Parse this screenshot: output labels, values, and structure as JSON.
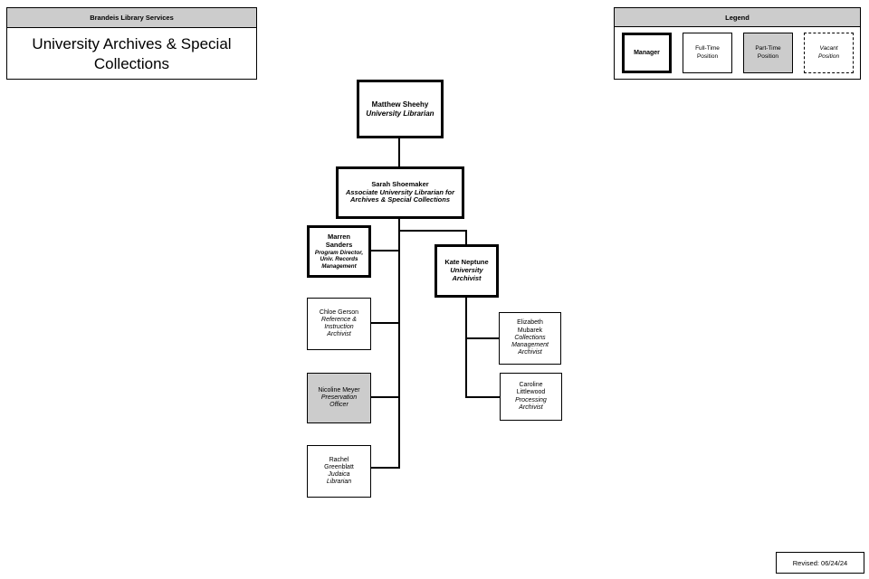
{
  "title_block": {
    "header": "Brandeis Library Services",
    "title": "University Archives & Special\nCollections"
  },
  "legend": {
    "header": "Legend",
    "manager": "Manager",
    "full_time": "Full-Time\nPosition",
    "part_time": "Part-Time\nPosition",
    "vacant": "Vacant\nPosition"
  },
  "org": {
    "sheehy": {
      "name": "Matthew Sheehy",
      "title": "University Librarian",
      "type": "manager"
    },
    "shoemaker": {
      "name": "Sarah Shoemaker",
      "title": "Associate University Librarian for\nArchives & Special Collections",
      "type": "manager"
    },
    "sanders": {
      "name": "Marren\nSanders",
      "title": "Program Director,\nUniv. Records\nManagement",
      "type": "manager"
    },
    "neptune": {
      "name": "Kate Neptune",
      "title": "University\nArchivist",
      "type": "manager"
    },
    "gerson": {
      "name": "Chloe Gerson",
      "title": "Reference &\nInstruction\nArchivist",
      "type": "full-time"
    },
    "meyer": {
      "name": "Nicoline Meyer",
      "title": "Preservation\nOfficer",
      "type": "part-time"
    },
    "greenblatt": {
      "name": "Rachel\nGreenblatt",
      "title": "Judaica\nLibrarian",
      "type": "full-time"
    },
    "mubarek": {
      "name": "Elizabeth\nMubarek",
      "title": "Collections\nManagement\nArchivist",
      "type": "full-time"
    },
    "littlewood": {
      "name": "Caroline\nLittlewood",
      "title": "Processing\nArchivist",
      "type": "full-time"
    }
  },
  "footer": {
    "revised": "Revised: 06/24/24"
  },
  "colors": {
    "header_gray": "#cccccc",
    "part_time_gray": "#cccccc",
    "border_black": "#000000"
  }
}
